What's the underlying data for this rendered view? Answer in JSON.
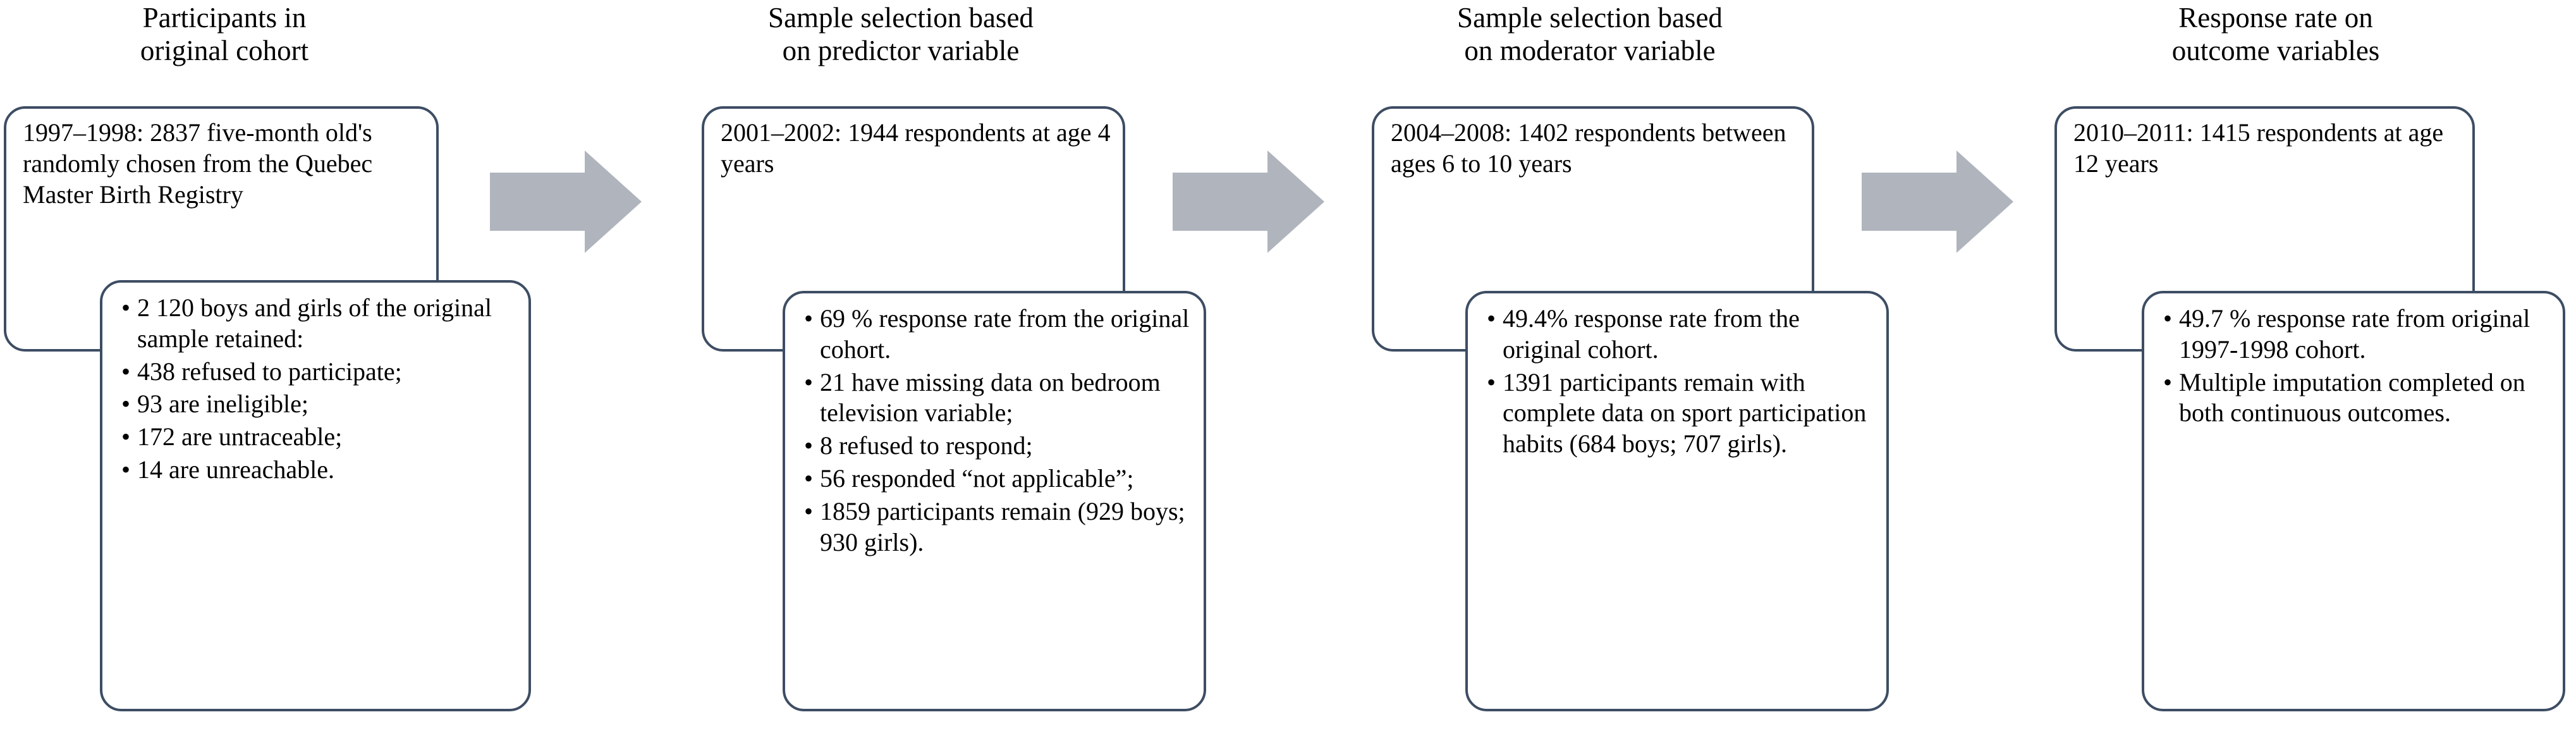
{
  "figure": {
    "type": "participant-flow-diagram",
    "box_border_color": "#3d4d63",
    "arrow_color": "#b0b4bd",
    "background_color": "#ffffff"
  },
  "arrows": {
    "icon": "right-block-arrow",
    "count": 3
  },
  "columns": [
    {
      "heading": "Participants in\noriginal cohort",
      "top_box": {
        "text": "1997–1998: 2837 five-month old's randomly chosen from the Quebec Master Birth Registry"
      },
      "bottom_box": {
        "bullets": [
          "2 120 boys and girls of the original sample retained:",
          "438 refused to participate;",
          "93 are ineligible;",
          "172 are untraceable;",
          "14 are unreachable."
        ]
      }
    },
    {
      "heading": "Sample selection based\non predictor variable",
      "top_box": {
        "text": "2001–2002: 1944 respondents at age 4 years"
      },
      "bottom_box": {
        "bullets": [
          "69 % response rate from the original cohort.",
          "21 have missing data on bedroom television variable;",
          "8 refused to respond;",
          "56 responded “not applicable”;",
          "1859 participants remain (929 boys; 930 girls)."
        ]
      }
    },
    {
      "heading": "Sample selection based\non moderator variable",
      "top_box": {
        "text": "2004–2008: 1402 respondents between ages 6 to 10 years"
      },
      "bottom_box": {
        "bullets": [
          "49.4% response rate from the original cohort.",
          "1391 participants remain with complete data on sport participation habits (684 boys; 707 girls)."
        ]
      }
    },
    {
      "heading": "Response rate on\noutcome variables",
      "top_box": {
        "text": "2010–2011: 1415 respondents at age 12 years"
      },
      "bottom_box": {
        "bullets": [
          "49.7 % response rate from original 1997-1998 cohort.",
          "Multiple imputation completed on both continuous outcomes."
        ]
      }
    }
  ]
}
